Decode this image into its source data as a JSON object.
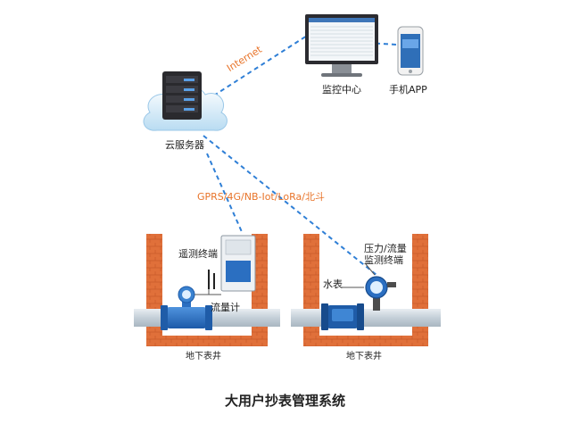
{
  "labels": {
    "internet": "Internet",
    "monitor_center": "监控中心",
    "mobile_app": "手机APP",
    "cloud_server": "云服务器",
    "network": "GPRS/4G/NB-Iot/LoRa/北斗",
    "telemetry_terminal": "遥测终端",
    "flow_meter": "流量计",
    "pressure_flow_terminal": "压力/流量\n监测终端",
    "water_meter": "水表",
    "well_left": "地下表井",
    "well_right": "地下表井",
    "title": "大用户抄表管理系统"
  },
  "colors": {
    "link": "#2f7fd6",
    "brick": "#e0703a",
    "brick_dark": "#c95a28",
    "pipe": "#c8d3dc",
    "device_blue": "#2b6fc1",
    "label_orange": "#e8742a"
  }
}
